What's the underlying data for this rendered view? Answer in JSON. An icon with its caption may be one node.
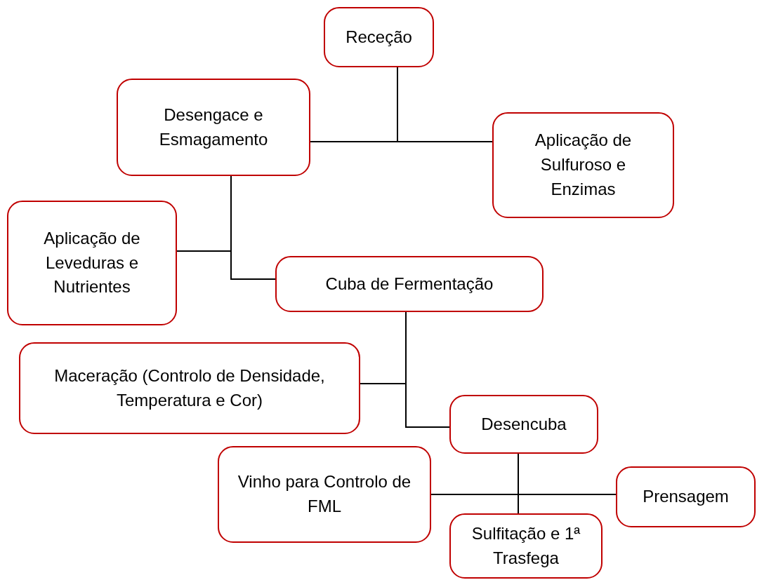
{
  "diagram": {
    "nodes": [
      {
        "text": [
          "Receção"
        ]
      },
      {
        "text": [
          "Desengace e Esmagamento"
        ]
      },
      {
        "text": [
          "Aplicação de Sulfuroso e Enzimas"
        ]
      },
      {
        "text": [
          "Aplicação de Leveduras e Nutrientes"
        ]
      },
      {
        "text": [
          "Cuba de Fermentação"
        ]
      },
      {
        "text": [
          "Maceração (Controlo de Densidade, Temperatura e Cor)"
        ]
      },
      {
        "text": [
          "Desencuba"
        ]
      },
      {
        "text": [
          "Vinho para Controlo de FML"
        ]
      },
      {
        "text": [
          "Prensagem"
        ]
      },
      {
        "text": [
          "Sulfitação e 1ª Trasfega"
        ]
      }
    ],
    "edges": [
      {
        "from": 0,
        "to": 1,
        "arrow": "none"
      },
      {
        "from": 0,
        "to": 2,
        "arrow": "none"
      },
      {
        "from": 1,
        "to": 4,
        "arrow": "none"
      },
      {
        "from": 3,
        "to": 4,
        "arrow": "none"
      },
      {
        "from": 4,
        "to": 5,
        "arrow": "none"
      },
      {
        "from": 4,
        "to": 6,
        "arrow": "none"
      },
      {
        "from": 6,
        "to": 7,
        "arrow": "none"
      },
      {
        "from": 6,
        "to": 8,
        "arrow": "none"
      },
      {
        "from": 6,
        "to": 9,
        "arrow": "none"
      }
    ]
  }
}
